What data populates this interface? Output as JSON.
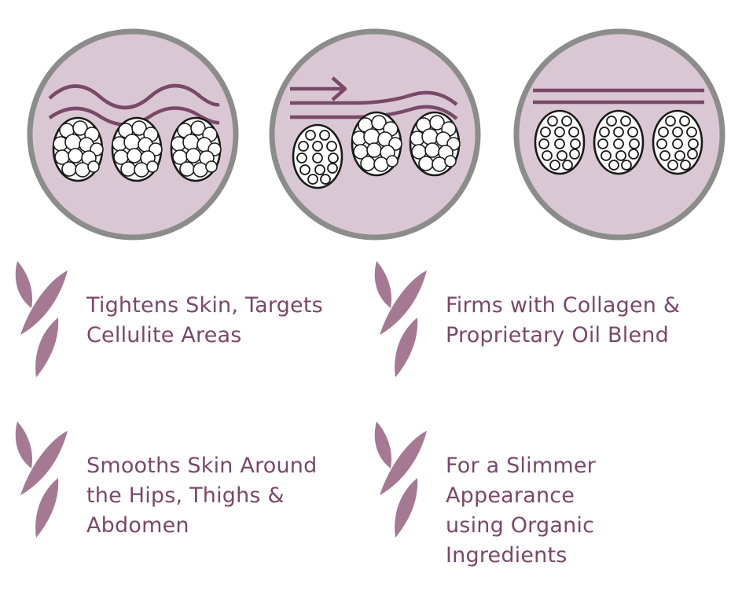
{
  "colors": {
    "circle_fill": "#d9c8d3",
    "circle_border": "#8c8c8c",
    "wave_stroke": "#7a4868",
    "leaf": "#a57893",
    "text": "#7a4868",
    "cell_fill": "#ffffff",
    "cell_stroke": "#1a1a1a"
  },
  "diagrams": [
    {
      "name": "cellulite-before",
      "icon": "compressed-fat-cells-with-wavy-skin"
    },
    {
      "name": "cellulite-treatment",
      "icon": "arrow-smoothing-fat-cells"
    },
    {
      "name": "cellulite-after",
      "icon": "smoothed-fat-cells-with-flat-skin"
    }
  ],
  "benefits": [
    {
      "icon": "leaf-icon",
      "text": "Tightens Skin, Targets\nCellulite Areas"
    },
    {
      "icon": "leaf-icon",
      "text": "Firms with Collagen &\nProprietary Oil Blend"
    },
    {
      "icon": "leaf-icon",
      "text": " Smooths Skin Around\nthe Hips, Thighs &\nAbdomen"
    },
    {
      "icon": "leaf-icon",
      "text": "For a Slimmer Appearance\nusing Organic Ingredients"
    }
  ]
}
